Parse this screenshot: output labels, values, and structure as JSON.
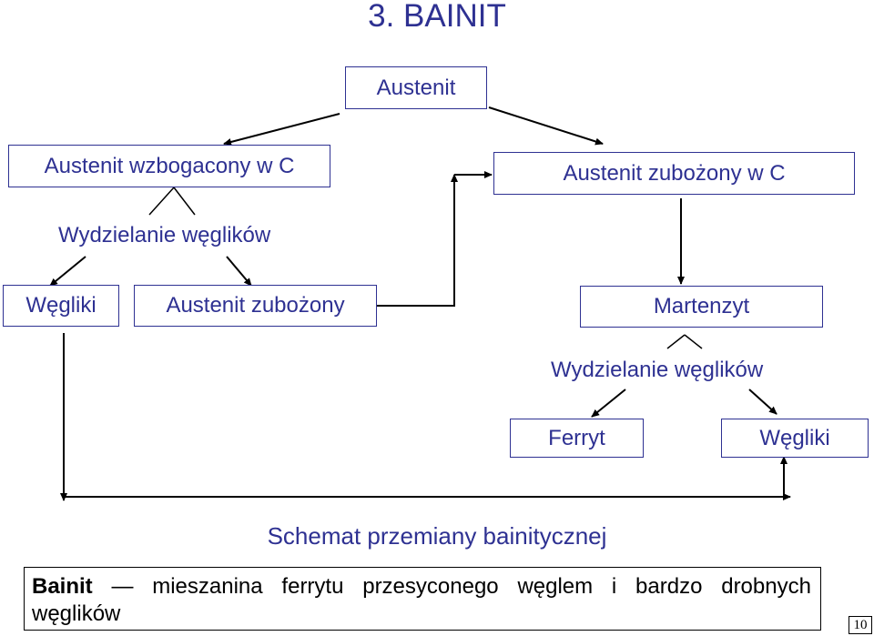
{
  "title": "3. BAINIT",
  "nodes": {
    "austenit": "Austenit",
    "austenit_wzbogacony": "Austenit wzbogacony w C",
    "austenit_zubozony_c": "Austenit zubożony w C",
    "wegliki_left": "Węgliki",
    "austenit_zubozony": "Austenit zubożony",
    "martenzyt": "Martenzyt",
    "ferryt": "Ferryt",
    "wegliki_right": "Węgliki"
  },
  "labels": {
    "wydzielanie_left": "Wydzielanie węglików",
    "wydzielanie_right": "Wydzielanie węglików"
  },
  "caption": "Schemat przemiany bainitycznej",
  "definition": {
    "term": "Bainit",
    "dash": "—",
    "words": [
      "mieszanina",
      "ferrytu",
      "przesyconego",
      "węglem",
      "i",
      "bardzo",
      "drobnych"
    ],
    "line2": "węglików"
  },
  "page_number": "10",
  "colors": {
    "primary": "#2e3192",
    "text_black": "#000000"
  }
}
